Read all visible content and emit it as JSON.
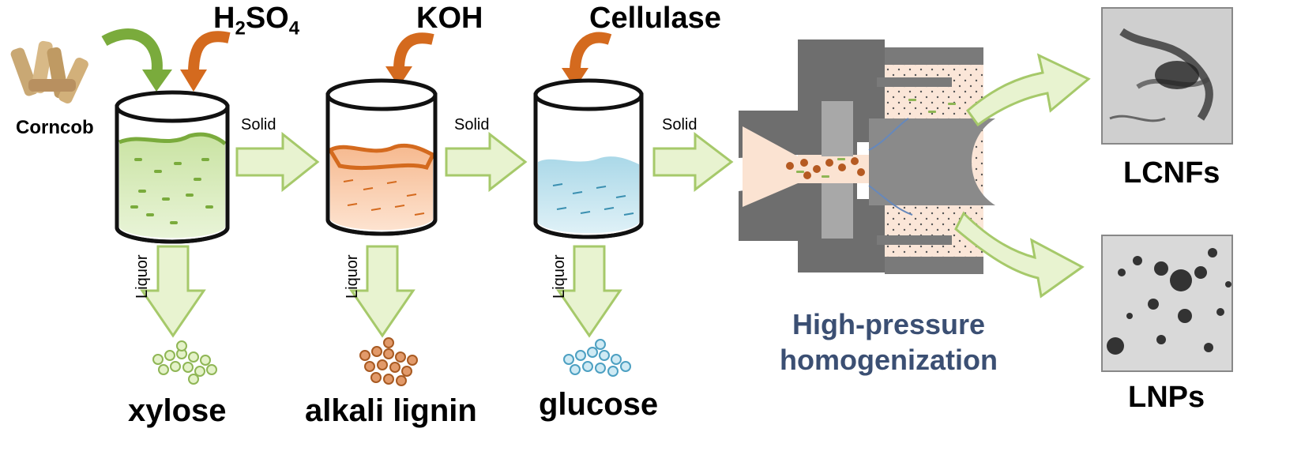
{
  "reagents": {
    "acid": "H2SO4",
    "acid_main": "H",
    "acid_sub1": "2",
    "acid_mid": "SO",
    "acid_sub2": "4",
    "base": "KOH",
    "enzyme": "Cellulase"
  },
  "feedstock": "Corncob",
  "flows": {
    "solid": "Solid",
    "liquor": "Liquor"
  },
  "products": [
    "xylose",
    "alkali lignin",
    "glucose"
  ],
  "process": {
    "line1": "High-pressure",
    "line2": "homogenization"
  },
  "outputs": [
    "LCNFs",
    "LNPs"
  ],
  "colors": {
    "arrow_fill": "#e8f3d0",
    "arrow_stroke": "#a6c96a",
    "green": "#7aab3c",
    "orange": "#d46a1e",
    "blue": "#64b4d0",
    "machine_dark": "#6e6e6e",
    "machine_light": "#a8a8a8",
    "chamber": "#fbe3d2",
    "title_blue": "#3b4f73"
  }
}
